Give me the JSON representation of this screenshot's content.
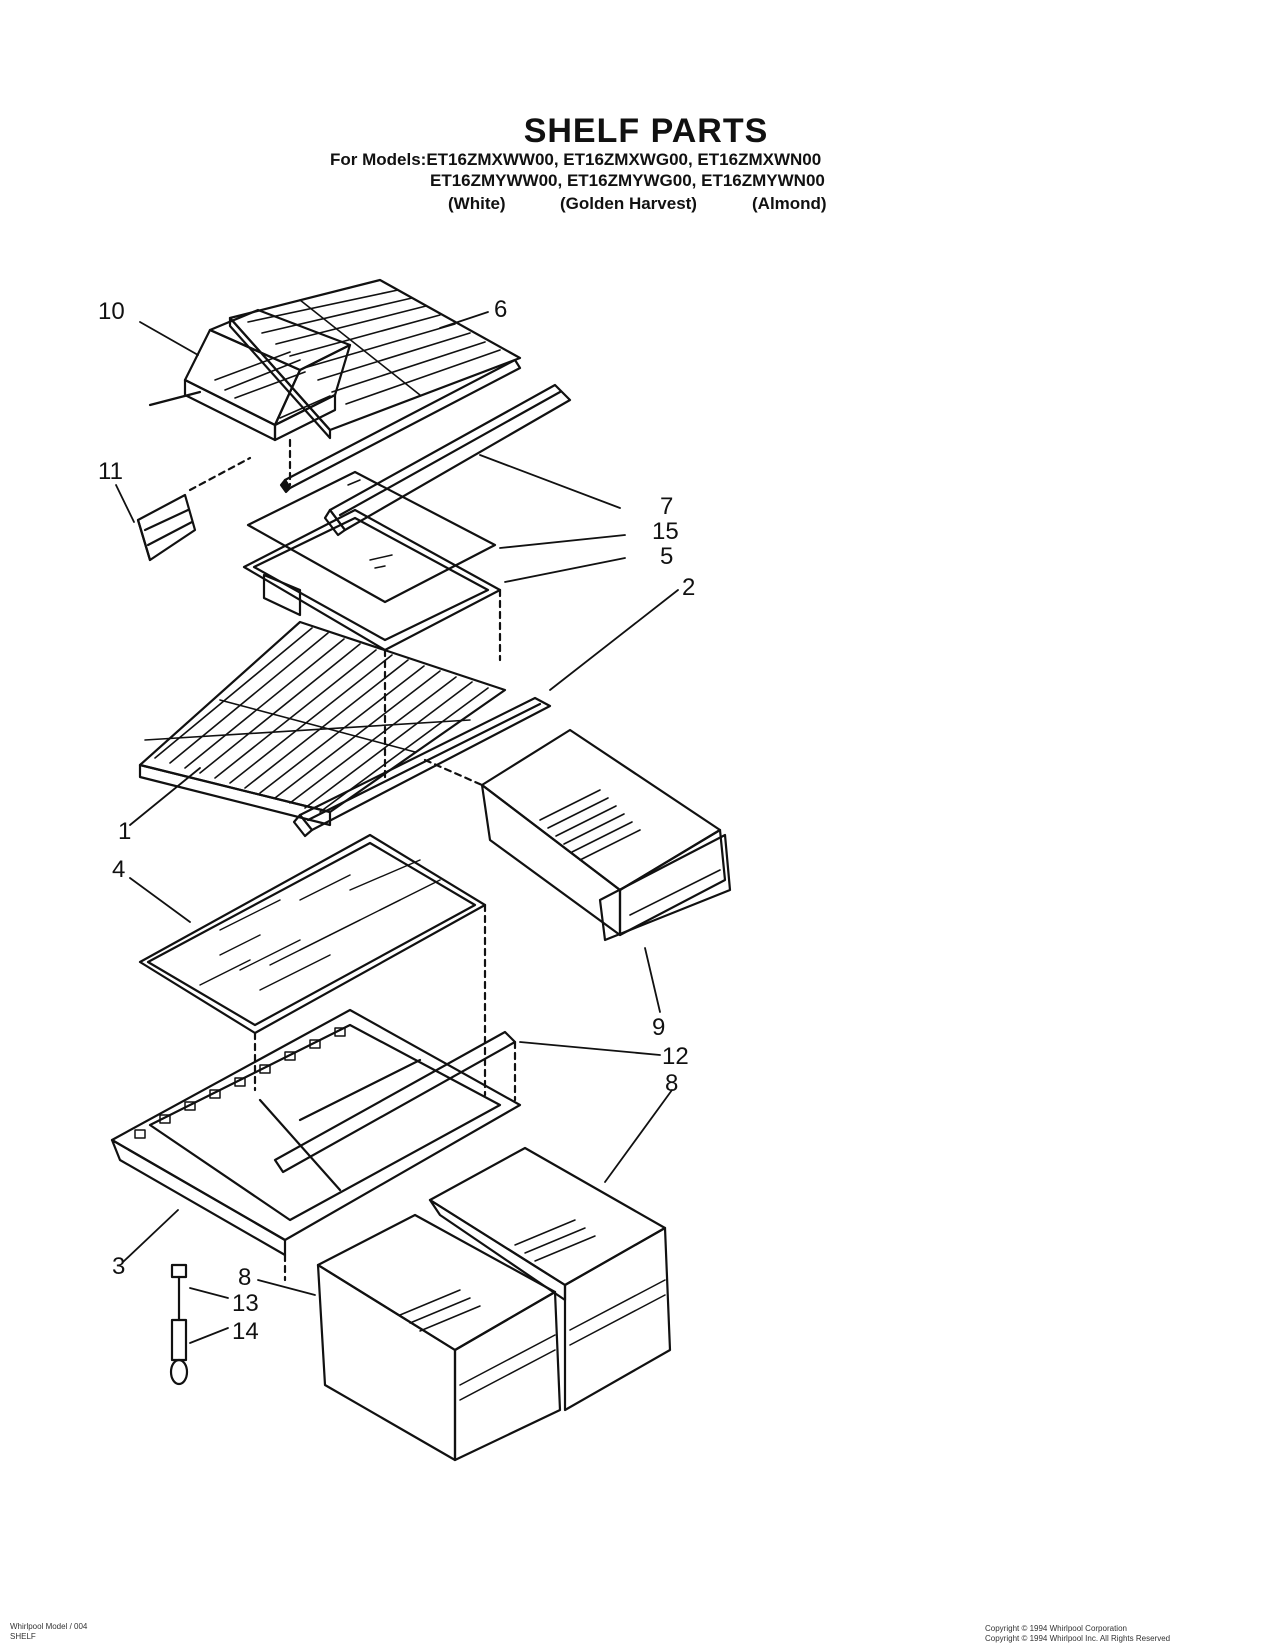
{
  "header": {
    "title": "SHELF PARTS",
    "models_line1": "For Models:ET16ZMXWW00, ET16ZMXWG00, ET16ZMXWN00",
    "models_line2": "ET16ZMYWW00, ET16ZMYWG00, ET16ZMYWN00",
    "color_white": "(White)",
    "color_golden": "(Golden Harvest)",
    "color_almond": "(Almond)"
  },
  "callouts": {
    "c1": "1",
    "c2": "2",
    "c3": "3",
    "c4": "4",
    "c5": "5",
    "c6": "6",
    "c7": "7",
    "c8a": "8",
    "c8b": "8",
    "c9": "9",
    "c10": "10",
    "c11": "11",
    "c12": "12",
    "c13": "13",
    "c14": "14",
    "c15": "15"
  },
  "footer": {
    "left_line1": "Whirlpool Model / 004",
    "left_line2": "SHELF",
    "right_line1": "Copyright © 1994 Whirlpool Corporation",
    "right_line2": "Copyright © 1994 Whirlpool Inc. All Rights Reserved"
  }
}
